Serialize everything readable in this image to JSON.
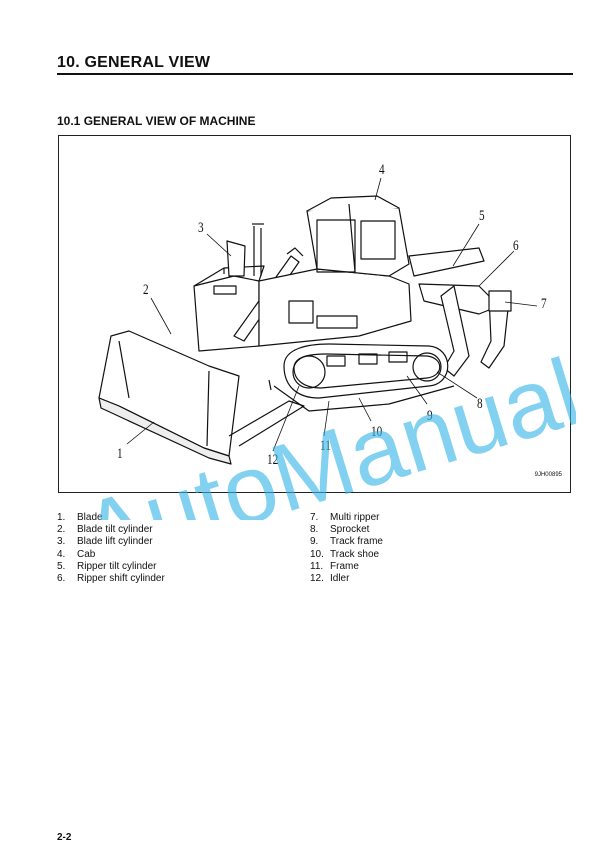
{
  "page_heading": "10. GENERAL VIEW",
  "section_heading": "10.1 GENERAL VIEW OF MACHINE",
  "figure": {
    "code": "9JH00895",
    "callouts": [
      "1",
      "2",
      "3",
      "4",
      "5",
      "6",
      "7",
      "8",
      "9",
      "10",
      "11",
      "12"
    ]
  },
  "parts_left": [
    {
      "num": "1.",
      "label": "Blade"
    },
    {
      "num": "2.",
      "label": "Blade tilt cylinder"
    },
    {
      "num": "3.",
      "label": "Blade lift cylinder"
    },
    {
      "num": "4.",
      "label": "Cab"
    },
    {
      "num": "5.",
      "label": "Ripper tilt cylinder"
    },
    {
      "num": "6.",
      "label": "Ripper shift cylinder"
    }
  ],
  "parts_right": [
    {
      "num": "7.",
      "label": "Multi ripper"
    },
    {
      "num": "8.",
      "label": "Sprocket"
    },
    {
      "num": "9.",
      "label": "Track frame"
    },
    {
      "num": "10.",
      "label": "Track shoe"
    },
    {
      "num": "11.",
      "label": "Frame"
    },
    {
      "num": "12.",
      "label": "Idler"
    }
  ],
  "page_number": "2-2",
  "watermark": "AutoManual",
  "colors": {
    "watermark": "#35b5e8",
    "ink": "#111111"
  }
}
